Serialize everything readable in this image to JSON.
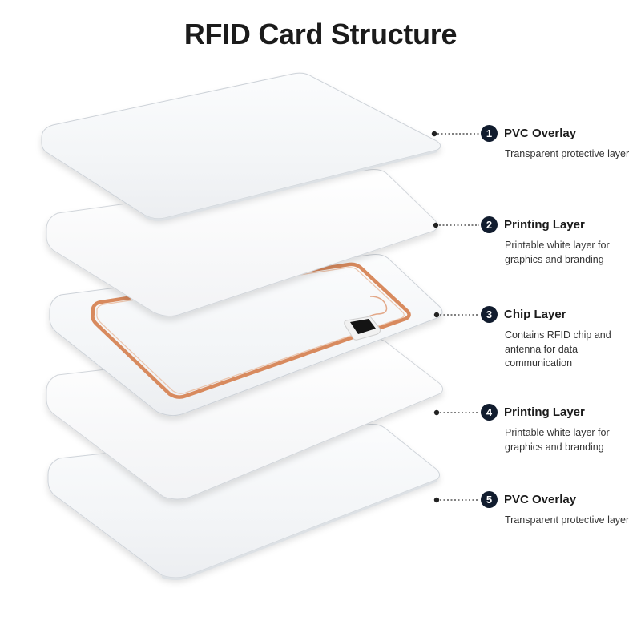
{
  "title": "RFID Card Structure",
  "colors": {
    "badge": "#111c2e",
    "antenna_coil": "#d88a5e",
    "chip": "#141414",
    "leader_line": "#333333"
  },
  "layers": [
    {
      "number": "1",
      "name": "PVC Overlay",
      "description": "Transparent protective layer"
    },
    {
      "number": "2",
      "name": "Printing Layer",
      "description": "Printable white layer for graphics and branding"
    },
    {
      "number": "3",
      "name": "Chip Layer",
      "description": "Contains RFID chip and antenna for data communication"
    },
    {
      "number": "4",
      "name": "Printing Layer",
      "description": "Printable white layer for graphics and branding"
    },
    {
      "number": "5",
      "name": "PVC Overlay",
      "description": "Transparent protective layer"
    }
  ]
}
